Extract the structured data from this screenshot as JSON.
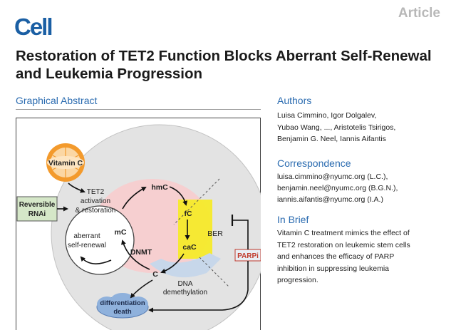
{
  "header": {
    "journal": "Cell",
    "article_type": "Article"
  },
  "title": "Restoration of TET2 Function Blocks Aberrant Self-Renewal and Leukemia Progression",
  "graphical_abstract": {
    "heading": "Graphical Abstract",
    "labels": {
      "vitamin_c": "Vitamin C",
      "reversible_rnai": [
        "Reversible",
        "RNAi"
      ],
      "tet2": [
        "TET2",
        "activation",
        "& restoration"
      ],
      "hmc": "hmC",
      "fc": "fC",
      "cac": "caC",
      "mc": "mC",
      "ber": "BER",
      "dnmt": "DNMT",
      "c": "C",
      "aberrant": [
        "aberrant",
        "self-renewal"
      ],
      "dna_demethylation": [
        "DNA",
        "demethylation"
      ],
      "parpi": "PARPi",
      "differentiation": [
        "differentiation",
        "death"
      ]
    },
    "colors": {
      "outer_circle": "#e3e3e3",
      "pink": "#f6cfd0",
      "yellow": "#f6ea2a",
      "blue_fill": "#c7d7ea",
      "orange": "#f39a2c",
      "green": "#d5e7c8"
    }
  },
  "authors": {
    "heading": "Authors",
    "lines": [
      "Luisa Cimmino, Igor Dolgalev,",
      "Yubao Wang, ..., Aristotelis Tsirigos,",
      "Benjamin G. Neel, Iannis Aifantis"
    ]
  },
  "correspondence": {
    "heading": "Correspondence",
    "lines": [
      "luisa.cimmino@nyumc.org (L.C.),",
      "benjamin.neel@nyumc.org (B.G.N.),",
      "iannis.aifantis@nyumc.org (I.A.)"
    ]
  },
  "in_brief": {
    "heading": "In Brief",
    "lines": [
      "Vitamin C treatment mimics the effect of",
      "TET2 restoration on leukemic stem cells",
      "and enhances the efficacy of PARP",
      "inhibition in suppressing leukemia",
      "progression."
    ]
  }
}
